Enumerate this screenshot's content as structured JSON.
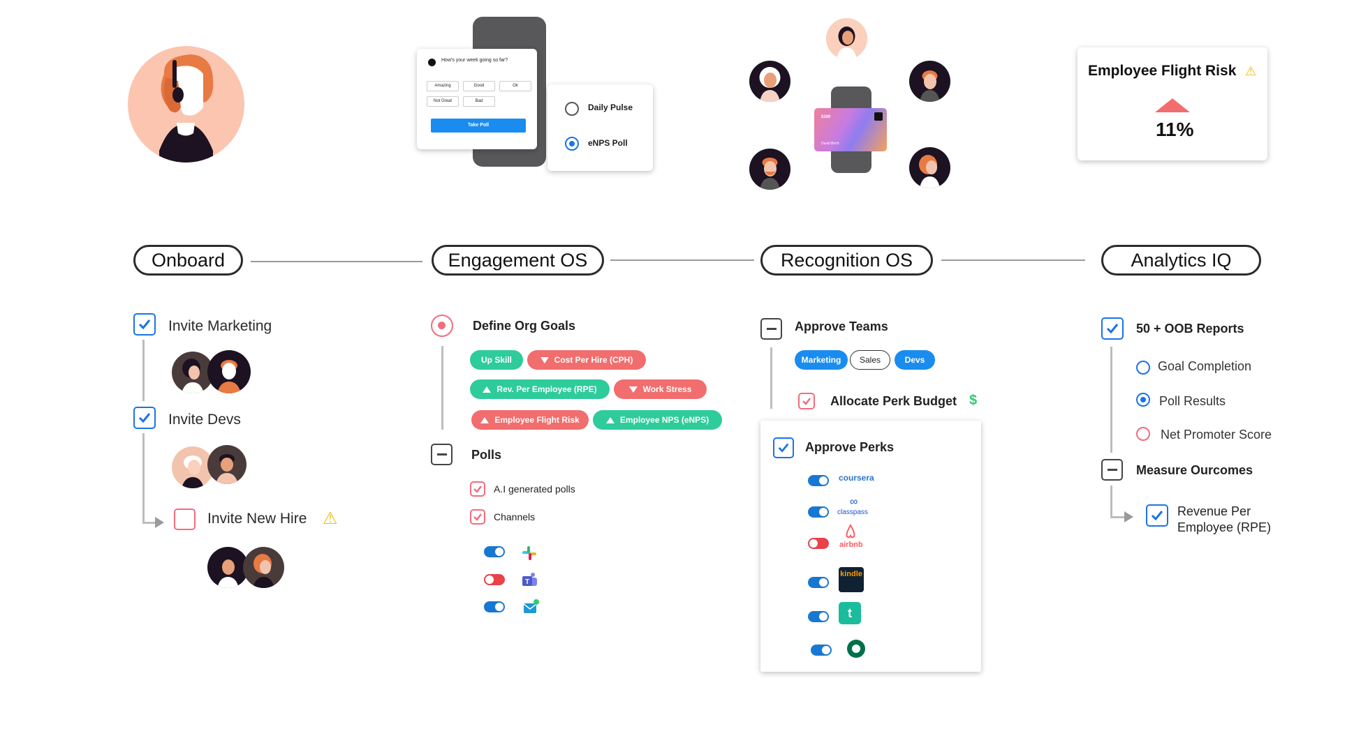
{
  "stages": {
    "onboard": "Onboard",
    "engagement": "Engagement OS",
    "recognition": "Recognition OS",
    "analytics": "Analytics IQ"
  },
  "onboard": {
    "invite_marketing": "Invite Marketing",
    "invite_devs": "Invite Devs",
    "invite_new_hire": "Invite New Hire"
  },
  "poll_card": {
    "question": "How's your week going so far?",
    "options": [
      "Amazing",
      "Good",
      "Ok",
      "Not Great",
      "Bad"
    ],
    "button": "Take Poll"
  },
  "poll_type": {
    "daily_pulse": "Daily Pulse",
    "enps_poll": "eNPS Poll",
    "selected": "eNPS Poll"
  },
  "gift_card": {
    "amount": "$100",
    "holder": "David Birch"
  },
  "flight_risk": {
    "title": "Employee Flight Risk",
    "value": "11%"
  },
  "engagement": {
    "define_goals": "Define Org Goals",
    "tags": [
      {
        "label": "Up Skill",
        "color": "#2ecc9a",
        "arrow": "none"
      },
      {
        "label": "Cost Per Hire (CPH)",
        "color": "#f26d6d",
        "arrow": "down"
      },
      {
        "label": "Rev. Per Employee (RPE)",
        "color": "#2ecc9a",
        "arrow": "up"
      },
      {
        "label": "Work Stress",
        "color": "#f26d6d",
        "arrow": "down"
      },
      {
        "label": "Employee Flight Risk",
        "color": "#f26d6d",
        "arrow": "up"
      },
      {
        "label": "Employee NPS (eNPS)",
        "color": "#2ecc9a",
        "arrow": "up"
      }
    ],
    "polls": "Polls",
    "ai_polls": "A.I generated polls",
    "channels": "Channels",
    "channel_items": [
      {
        "icon": "slack-icon",
        "enabled": true
      },
      {
        "icon": "teams-icon",
        "enabled": false
      },
      {
        "icon": "email-icon",
        "enabled": true
      }
    ]
  },
  "recognition": {
    "approve_teams": "Approve Teams",
    "teams": [
      "Marketing",
      "Sales",
      "Devs"
    ],
    "allocate_budget": "Allocate Perk Budget",
    "budget_symbol": "$",
    "approve_perks": "Approve Perks",
    "perks": [
      {
        "name": "coursera",
        "enabled": true
      },
      {
        "name": "classpass",
        "enabled": true
      },
      {
        "name": "airbnb",
        "enabled": false
      },
      {
        "name": "kindle",
        "enabled": true
      },
      {
        "name": "t",
        "enabled": true
      },
      {
        "name": "starbucks",
        "enabled": true
      }
    ]
  },
  "analytics": {
    "oob_reports": "50 + OOB Reports",
    "goal_completion": "Goal Completion",
    "poll_results": "Poll Results",
    "net_promoter": "Net Promoter Score",
    "measure_outcomes": "Measure Ourcomes",
    "revenue_per_employee": "Revenue Per Employee (RPE)"
  },
  "colors": {
    "blue": "#1a73e8",
    "red": "#f26d7d",
    "green": "#2ecc9a",
    "toggle_on": "#1877d2",
    "toggle_off": "#e8424a"
  }
}
